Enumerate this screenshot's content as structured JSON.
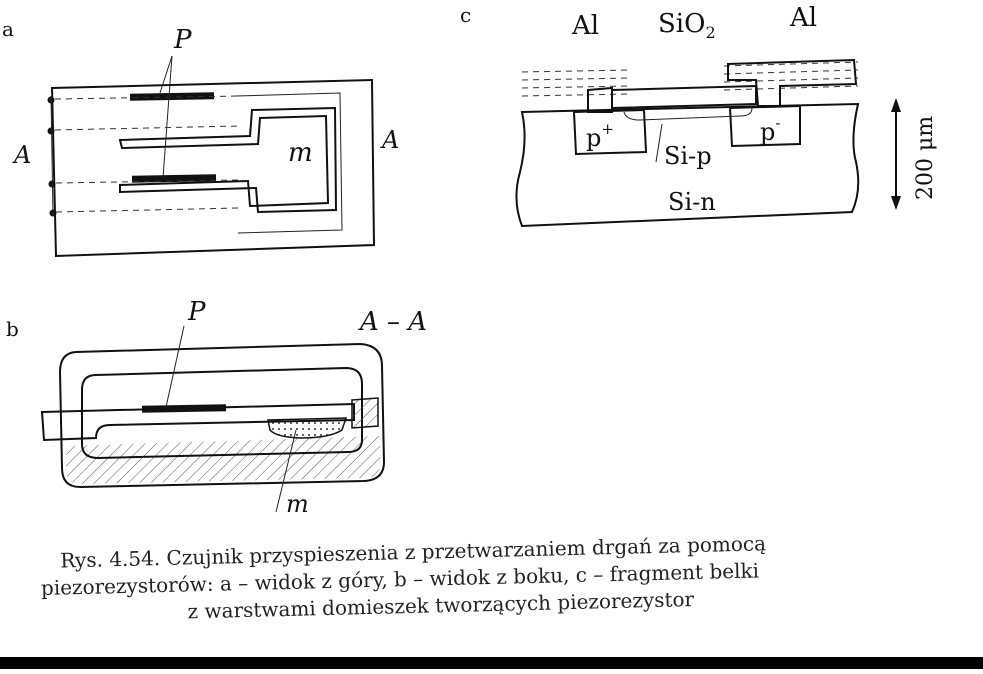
{
  "panels": {
    "a": {
      "panel_label": "a",
      "piezo_label": "P",
      "mass_label": "m",
      "section_left": "A",
      "section_right": "A"
    },
    "b": {
      "panel_label": "b",
      "piezo_label": "P",
      "section_title": "A – A",
      "mass_label": "m"
    },
    "c": {
      "panel_label": "c",
      "al_left": "Al",
      "sio2": "SiO",
      "sio2_sub": "2",
      "al_right": "Al",
      "p_plus": "p",
      "p_plus_sup": "+",
      "p_minus": "p",
      "p_minus_sup": "-",
      "si_p": "Si-p",
      "si_n": "Si-n",
      "dimension": "200 μm"
    }
  },
  "caption": {
    "line1": "Rys. 4.54. Czujnik przyspieszenia z przetwarzaniem drgań za pomocą",
    "line2": "piezorezystorów: a – widok z góry, b – widok z boku, c – fragment belki",
    "line3": "z warstwami domieszek tworzących piezorezystor"
  }
}
